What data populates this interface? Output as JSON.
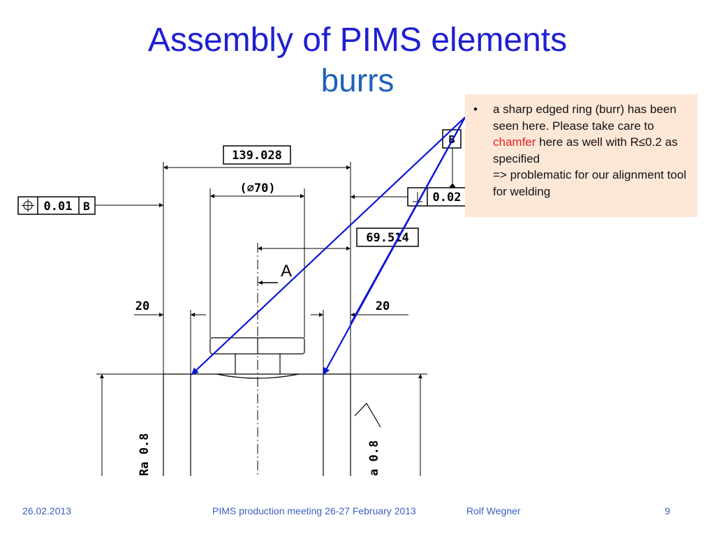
{
  "slide": {
    "title": "Assembly of PIMS elements",
    "subtitle": "burrs"
  },
  "drawing": {
    "dim_overall": "139.028",
    "dim_diameter": "(∅70)",
    "dim_half": "69.514",
    "datum_label": "B",
    "section_label": "A",
    "dim_left_gap": "20",
    "dim_right_gap": "20",
    "position_tolerance": "0.01",
    "position_datum": "B",
    "perpendicular_tolerance": "0.02",
    "roughness_left": "Ra 0.8",
    "roughness_right": "a 0.8"
  },
  "note": {
    "bullet": "•",
    "text_before": "a sharp edged ring (burr) has been seen here. Please take care to ",
    "highlight": "chamfer",
    "text_after": " here as well with R≤0.2 as specified",
    "line2": "=> problematic for our alignment tool for welding",
    "highlight_color": "#e02020"
  },
  "footer": {
    "date": "26.02.2013",
    "meeting": "PIMS production meeting 26-27 February 2013",
    "author": "Rolf Wegner",
    "page": "9"
  }
}
